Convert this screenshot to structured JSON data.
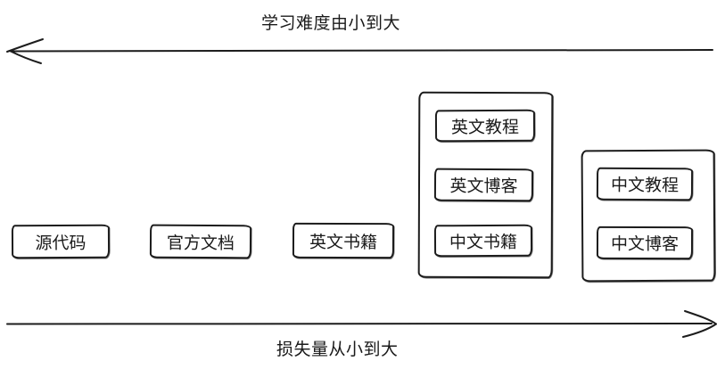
{
  "diagram": {
    "colors": {
      "background": "#ffffff",
      "stroke": "#1c1c1c",
      "text": "#1a1a1a"
    },
    "top_axis": {
      "label": "学习难度由小到大",
      "direction": "left"
    },
    "bottom_axis": {
      "label": "损失量从小到大",
      "direction": "right"
    },
    "nodes": [
      {
        "label": "源代码"
      },
      {
        "label": "官方文档"
      },
      {
        "label": "英文书籍"
      }
    ],
    "groups": [
      {
        "name": "english-resources",
        "nodes": [
          {
            "label": "英文教程"
          },
          {
            "label": "英文博客"
          },
          {
            "label": "中文书籍"
          }
        ]
      },
      {
        "name": "chinese-resources",
        "nodes": [
          {
            "label": "中文教程"
          },
          {
            "label": "中文博客"
          }
        ]
      }
    ]
  }
}
